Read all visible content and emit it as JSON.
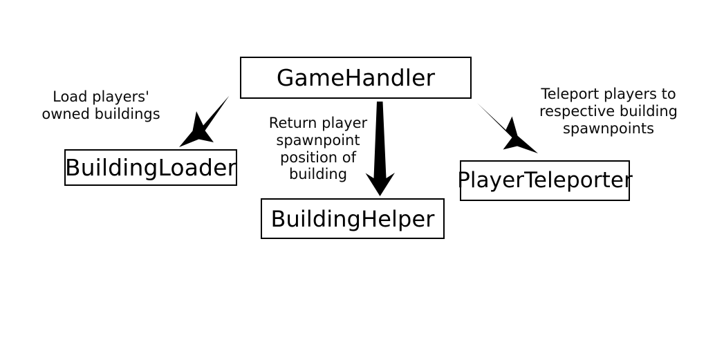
{
  "diagram": {
    "background_color": "#ffffff",
    "stroke_color": "#000000",
    "text_color": "#000000",
    "nodes": [
      {
        "id": "game-handler",
        "label": "GameHandler"
      },
      {
        "id": "building-loader",
        "label": "BuildingLoader"
      },
      {
        "id": "building-helper",
        "label": "BuildingHelper"
      },
      {
        "id": "player-teleporter",
        "label": "PlayerTeleporter"
      }
    ],
    "edges": [
      {
        "id": "load-buildings",
        "from": "game-handler",
        "to": "building-loader",
        "label": "Load players'\nowned buildings",
        "direction": "down-left"
      },
      {
        "id": "return-spawnpoint",
        "from": "game-handler",
        "to": "building-helper",
        "label": "Return player\nspawnpoint\nposition of\nbuilding",
        "direction": "down"
      },
      {
        "id": "teleport-players",
        "from": "game-handler",
        "to": "player-teleporter",
        "label": "Teleport players to\nrespective building\nspawnpoints",
        "direction": "down-right"
      }
    ]
  }
}
